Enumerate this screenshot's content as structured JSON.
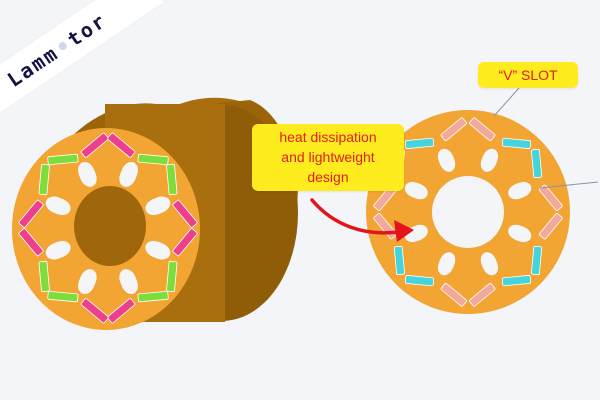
{
  "watermark": {
    "text_left": "Lamm",
    "text_right": "tor"
  },
  "callouts": {
    "v_slot": "“V” SLOT",
    "heat_line1": "heat dissipation",
    "heat_line2": "and lightweight",
    "heat_line3": "design"
  },
  "colors": {
    "background": "#f4f5f9",
    "rotor_face": "#f2a532",
    "rotor_body": "#a96f0e",
    "rotor_body_dark": "#7a4f08",
    "hole_fill": "#f4f5f9",
    "callout_bg": "#ffec1e",
    "callout_text": "#e11d1d",
    "arrow": "#e3141b",
    "pointer_line": "#8a92a6",
    "magnet_left_a": "#ee3f8e",
    "magnet_left_b": "#7ddd3a",
    "magnet_right_a": "#f2a89a",
    "magnet_right_b": "#45d3dc",
    "watermark_text": "#151244"
  }
}
